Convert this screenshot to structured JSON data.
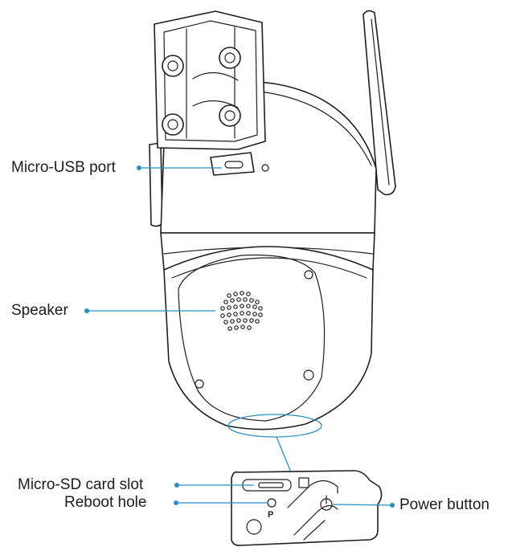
{
  "labels": {
    "micro_usb_port": "Micro-USB port",
    "speaker": "Speaker",
    "micro_sd_card_slot": "Micro-SD card slot",
    "reboot_hole": "Reboot hole",
    "power_button": "Power button",
    "panel_p_mark": "P"
  },
  "colors": {
    "leader_line": "#2a8fc1",
    "outline": "#1f1f1f",
    "label_text": "#1d1d1d"
  }
}
